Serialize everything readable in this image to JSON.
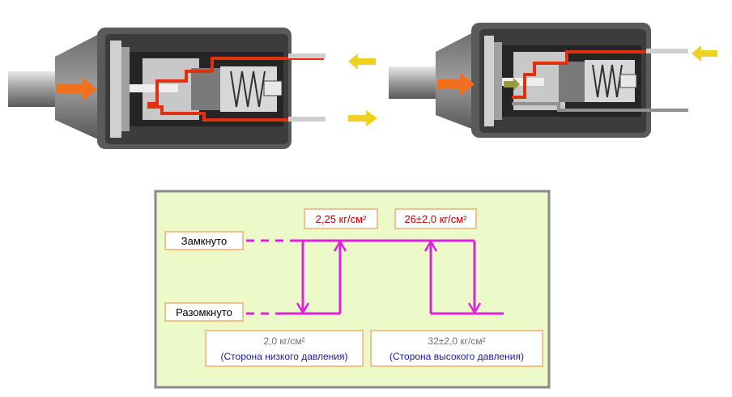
{
  "diagram": {
    "state_closed": "Замкнуто",
    "state_open": "Разомкнуто",
    "top_left_pressure": "2,25 кг/см²",
    "top_right_pressure": "26±2,0 кг/см²",
    "low_box": {
      "value": "2,0 кг/см²",
      "caption": "(Сторона низкого давления)"
    },
    "high_box": {
      "value": "32±2,0 кг/см²",
      "caption": "(Сторона высокого давления)"
    }
  },
  "colors": {
    "panel_bg": "#ebfac8",
    "panel_border": "#8a8a8a",
    "box_border": "#f0b070",
    "line": "#e020e0",
    "red_text": "#c00000",
    "blue_text": "#2020a0",
    "grey_text": "#707070",
    "flow_red": "#e03010",
    "arrow_orange": "#f07020",
    "arrow_yellow": "#f0d020",
    "housing_dark": "#4a4a4a",
    "housing_mid": "#8a8a8a",
    "housing_light": "#c8c8c8"
  },
  "icons": [
    "pressure-switch-illustration",
    "flow-arrow-icon"
  ]
}
